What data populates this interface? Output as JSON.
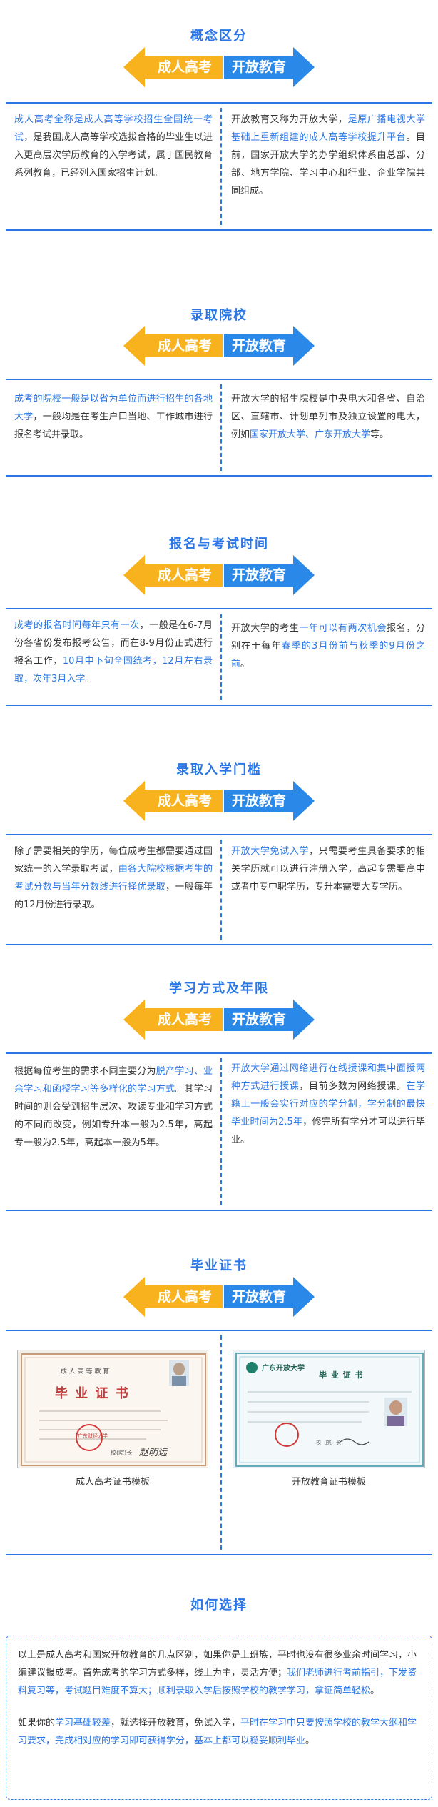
{
  "banner": {
    "left": "成人高考",
    "right": "开放教育"
  },
  "colors": {
    "accent": "#2a76e6",
    "orange": "#f7b21e",
    "blue_arrow": "#2a88e8"
  },
  "sections": {
    "concept": {
      "title": "概念区分",
      "left": {
        "hl1": "成人高考全称是成人高等学校招生全国统一考试",
        "t1": "，是我国成人高等学校选拔合格的毕业生以进入更高层次学历教育的入学考试，属于国民教育系列教育，已经列入国家招生计划。"
      },
      "right": {
        "t1": "开放教育又称为开放大学，",
        "hl1": "是原广播电视大学基础上重新组建的成人高等学校提升平台",
        "t2": "。目前，国家开放大学的办学组织体系由总部、分部、地方学院、学习中心和行业、企业学院共同组成。"
      }
    },
    "colleges": {
      "title": "录取院校",
      "left": {
        "hl1": "成考的院校一般是以省为单位而进行招生的各地大学",
        "t1": "，一般均是在考生户口当地、工作城市进行报名考试并录取。"
      },
      "right": {
        "t1": "开放大学的招生院校是中央电大和各省、自治区、直辖市、计划单列市及独立设置的电大，例如",
        "hl1": "国家开放大学、广东开放大学",
        "t2": "等。"
      }
    },
    "schedule": {
      "title": "报名与考试时间",
      "left": {
        "hl1": "成考的报名时间每年只有一次",
        "t1": "，一般是在6-7月份各省份发布报考公告，而在8-9月份正式进行报名工作，",
        "hl2": "10月中下旬全国统考，12月左右录取，次年3月入学",
        "t2": "。"
      },
      "right": {
        "t1": "开放大学的考生",
        "hl1": "一年可以有两次机会",
        "t2": "报名，分别在于每年",
        "hl2": "春季的3月份前与秋季的9月份之前",
        "t3": "。"
      }
    },
    "threshold": {
      "title": "录取入学门槛",
      "left": {
        "t1": "除了需要相关的学历，每位成考生都需要通过国家统一的入学录取考试，",
        "hl1": "由各大院校根据考生的考试分数与当年分数线进行择优录取",
        "t2": "，一般每年的12月份进行录取。"
      },
      "right": {
        "hl1": "开放大学免试入学",
        "t1": "，只需要考生具备要求的相关学历就可以进行注册入学，高起专需要高中或者中专中职学历，专升本需要大专学历。"
      }
    },
    "study": {
      "title": "学习方式及年限",
      "left": {
        "t1": "根据每位考生的需求不同主要分为",
        "hl1": "脱产学习、业余学习和函授学习等多样化的学习方式",
        "t2": "。其学习时间的则会受到招生层次、攻读专业和学习方式的不同而改变，例如专升本一般为2.5年，高起专一般为2.5年，高起本一般为5年。"
      },
      "right": {
        "hl1": "开放大学通过网络进行在线授课和集中面授两种方式进行授课",
        "t1": "，目前多数为网络授课。",
        "hl2": "在学籍上一般会实行对应的学分制，学分制的最快毕业时间为2.5年",
        "t2": "，修完所有学分才可以进行毕业。"
      }
    },
    "certificate": {
      "title": "毕业证书",
      "left_caption": "成人高考证书模板",
      "right_caption": "开放教育证书模板",
      "cert_left": {
        "small": "成 人 高 等 教 育",
        "big": "毕 业 证 书",
        "seal": "广东财经大学",
        "sign": "校(院)长",
        "signature": "赵明远"
      },
      "cert_right": {
        "school": "广东开放大学",
        "big": "毕 业 证 书",
        "sign": "校（院）长："
      }
    },
    "choose": {
      "title": "如何选择",
      "p1": {
        "t1": "以上是成人高考和国家开放教育的几点区别，如果你是上班族，平时也没有很多业余时间学习，小编建议报成考。首先成考的学习方式多样，线上为主，灵活方便；",
        "hl1": "我们老师进行考前指引，下发资料复习等，考试题目难度不算大；顺利录取入学后按照学校的教学学习，拿证简单轻松",
        "t2": "。"
      },
      "p2": {
        "t1": "如果你的",
        "hl1": "学习基础较差",
        "t2": "，就选择开放教育，免试入学，",
        "hl2": "平时在学习中只要按照学校的教学大纲和学习要求，完成相对应的学习即可获得学分，基本上都可以稳妥顺利毕业",
        "t3": "。"
      }
    }
  }
}
